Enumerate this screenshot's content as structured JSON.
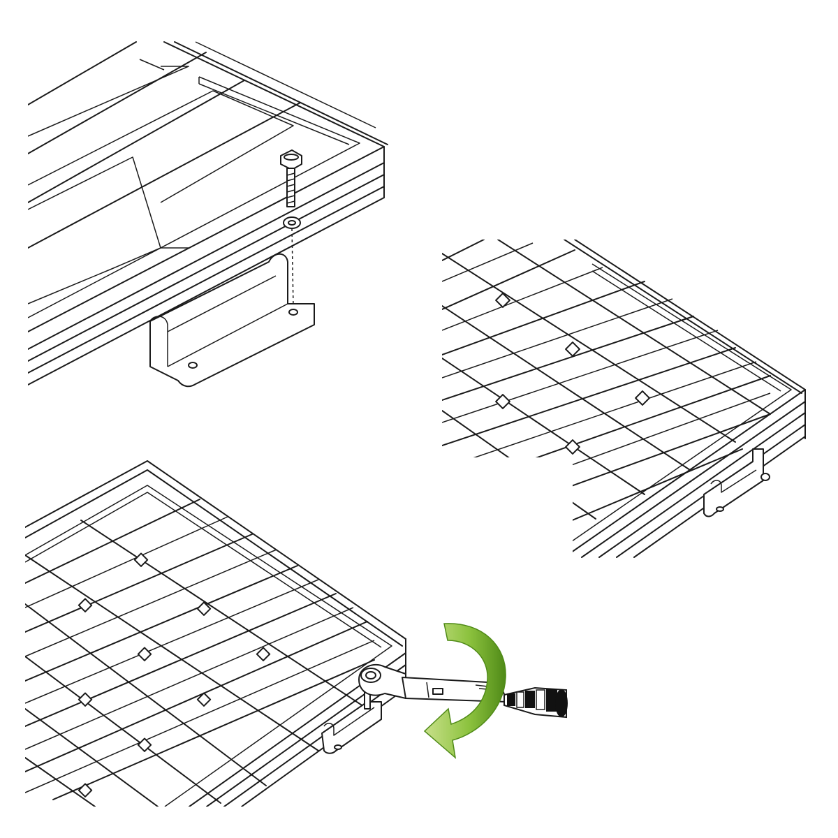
{
  "steps": [
    {
      "name": "step-1-insert-bolt",
      "parts": [
        "solar-panel-frame",
        "bolt",
        "washer",
        "z-bracket"
      ]
    },
    {
      "name": "step-2-bracket-attached",
      "parts": [
        "solar-panel-frame",
        "z-bracket"
      ]
    },
    {
      "name": "step-3-tighten-with-ratchet",
      "parts": [
        "solar-panel-frame",
        "z-bracket",
        "ratchet-wrench",
        "rotation-arrow"
      ]
    }
  ],
  "colors": {
    "line": "#1a1a1a",
    "arrow_dark": "#5c9a1e",
    "arrow_light": "#c8e08a",
    "background": "#ffffff"
  },
  "icons": [
    "bolt-icon",
    "washer-icon",
    "z-bracket-icon",
    "ratchet-wrench-icon",
    "rotation-arrow-icon"
  ]
}
